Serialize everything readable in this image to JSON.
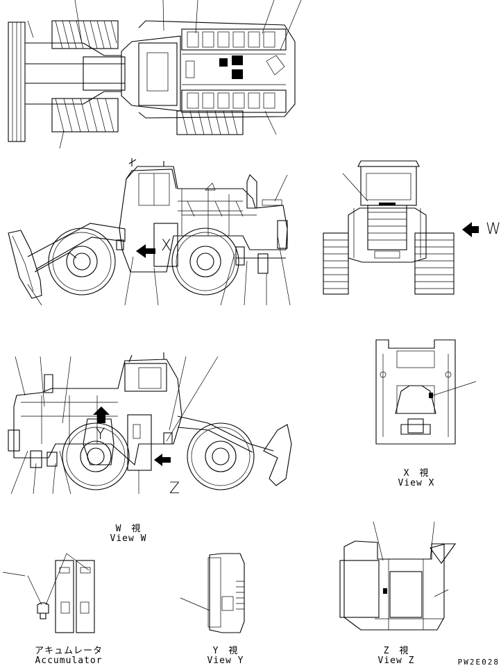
{
  "views": {
    "w_jp": "W　視",
    "w_en": "View W",
    "x_jp": "X　視",
    "x_en": "View X",
    "y_jp": "Y　視",
    "y_en": "View Y",
    "z_jp": "Z　視",
    "z_en": "View Z",
    "acc_jp": "アキュムレータ",
    "acc_en": "Accumulator"
  },
  "callouts": {
    "w": "W",
    "x": "X",
    "y": "Y",
    "z": "Z"
  },
  "drawing_code": "PW2E028"
}
